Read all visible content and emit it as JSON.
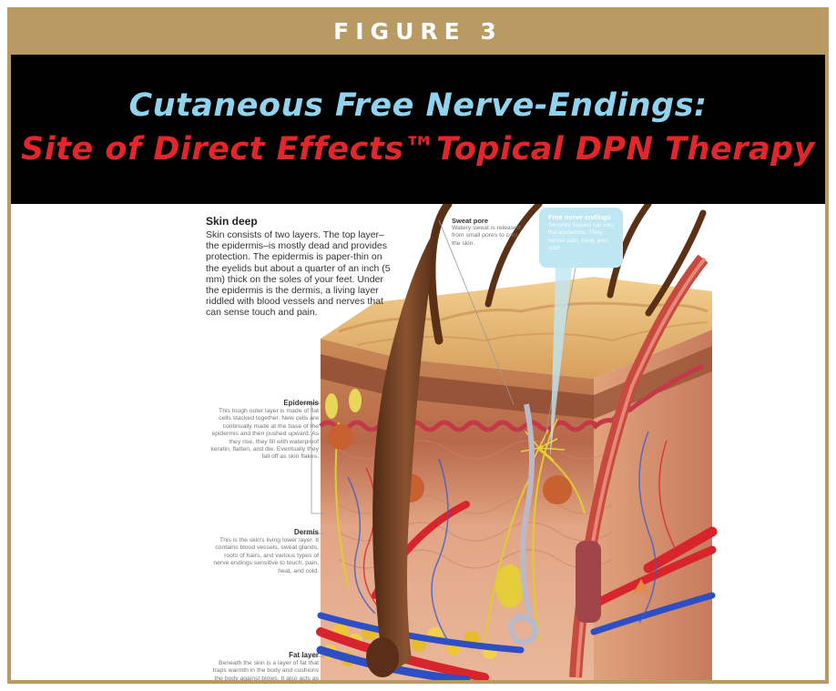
{
  "figure_label": "FIGURE 3",
  "title_line_1": "Cutaneous Free Nerve-Endings:",
  "title_line_2": "Site of Direct Effects™Topical DPN Therapy",
  "intro": {
    "heading": "Skin deep",
    "body": "Skin consists of two layers. The top layer–the epidermis–is mostly dead and provides protection. The epidermis is paper-thin on the eyelids but about a quarter of an inch (5 mm) thick on the soles of your feet. Under the epidermis is the dermis, a living layer riddled with blood vessels and nerves that can sense touch and pain."
  },
  "labels": {
    "epidermis": {
      "title": "Epidermis",
      "body": "This tough outer layer is made of flat cells stacked together. New cells are continually made at the base of the epidermis and then pushed upward. As they rise, they fill with waterproof keratin, flatten, and die. Eventually they fall off as skin flakes."
    },
    "dermis": {
      "title": "Dermis",
      "body": "This is the skin's living lower layer. It contains blood vessels, sweat glands, roots of hairs, and various types of nerve endings sensitive to touch, pain, heat, and cold."
    },
    "fat": {
      "title": "Fat layer",
      "body": "Beneath the skin is a layer of fat that traps warmth in the body and cushions the body against blows. It also acts as an energy store."
    },
    "sweat_pore": {
      "title": "Sweat pore",
      "body": "Watery sweat is released from small pores to cool the skin."
    },
    "free_nerve": {
      "title": "Free nerve endings",
      "body": "Sensory nerves run into the epidermis. They sense pain, heat, and cold."
    }
  },
  "colors": {
    "frame_gold": "#b99a63",
    "banner_black": "#000000",
    "title_blue": "#8fd3ee",
    "title_red": "#e3262c",
    "skin_tan": "#e7b877",
    "dermis_pink": "#d9866d",
    "nerve_yellow": "#e8d23a",
    "hair_brown": "#6b3a1f"
  }
}
